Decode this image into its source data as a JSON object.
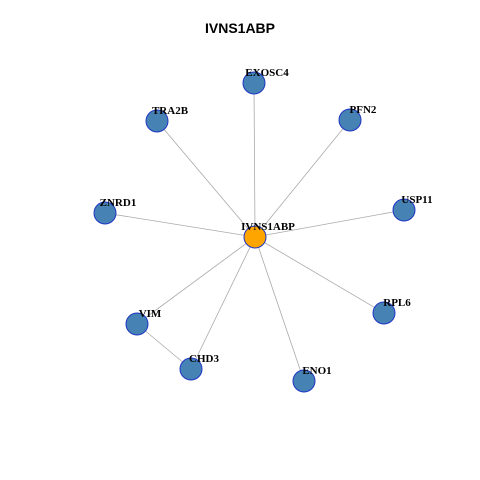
{
  "title": "IVNS1ABP",
  "colors": {
    "hub_fill": "#ffa500",
    "node_fill": "#4682b4",
    "node_stroke": "#1f35c4",
    "edge": "#aaaaaa"
  },
  "nodes": [
    {
      "id": "IVNS1ABP",
      "label": "IVNS1ABP",
      "hub": true
    },
    {
      "id": "EXOSC4",
      "label": "EXOSC4"
    },
    {
      "id": "PFN2",
      "label": "PFN2"
    },
    {
      "id": "USP11",
      "label": "USP11"
    },
    {
      "id": "RPL6",
      "label": "RPL6"
    },
    {
      "id": "ENO1",
      "label": "ENO1"
    },
    {
      "id": "CHD3",
      "label": "CHD3"
    },
    {
      "id": "VIM",
      "label": "VIM"
    },
    {
      "id": "ZNRD1",
      "label": "ZNRD1"
    },
    {
      "id": "TRA2B",
      "label": "TRA2B"
    }
  ],
  "edges": [
    [
      "IVNS1ABP",
      "EXOSC4"
    ],
    [
      "IVNS1ABP",
      "PFN2"
    ],
    [
      "IVNS1ABP",
      "USP11"
    ],
    [
      "IVNS1ABP",
      "RPL6"
    ],
    [
      "IVNS1ABP",
      "ENO1"
    ],
    [
      "IVNS1ABP",
      "CHD3"
    ],
    [
      "IVNS1ABP",
      "VIM"
    ],
    [
      "IVNS1ABP",
      "ZNRD1"
    ],
    [
      "IVNS1ABP",
      "TRA2B"
    ],
    [
      "VIM",
      "CHD3"
    ]
  ]
}
